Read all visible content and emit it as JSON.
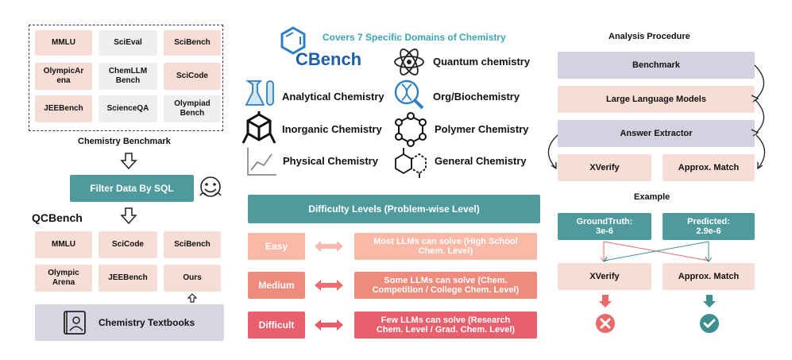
{
  "left": {
    "sources": [
      "MMLU",
      "SciEval",
      "SciBench",
      "OlympicAr\nena",
      "ChemLLM\nBench",
      "SciCode",
      "JEEBench",
      "ScienceQA",
      "Olympiad\nBench"
    ],
    "benchmark_caption": "Chemistry Benchmark",
    "filter_label": "Filter Data By SQL",
    "qcbench_title": "QCBench",
    "qc_items": [
      "MMLU",
      "SciCode",
      "SciBench",
      "Olympic\nArena",
      "JEEBench",
      "Ours"
    ],
    "textbooks_label": "Chemistry Textbooks"
  },
  "middle": {
    "logo_text": "CBench",
    "covers_label": "Covers 7 Specific Domains of Chemistry",
    "domains": [
      "Quantum chemistry",
      "Analytical Chemistry",
      "Org/Biochemistry",
      "Inorganic Chemistry",
      "Polymer Chemistry",
      "Physical Chemistry",
      "General Chemistry"
    ],
    "difficulty_header": "Difficulty Levels (Problem-wise Level)",
    "levels": [
      {
        "name": "Easy",
        "desc": "Most LLMs can solve (High School\nChem. Level)",
        "color": "#f9b9a6",
        "arrow": "#f6b9b0"
      },
      {
        "name": "Medium",
        "desc": "Some LLMs can solve (Chem.\nCompetition / College Chem. Level)",
        "color": "#ef8b7c",
        "arrow": "#ef6e6e"
      },
      {
        "name": "Difficult",
        "desc": "Few LLMs can solve (Research\nChem. Level / Grad. Chem. Level)",
        "color": "#e8606e",
        "arrow": "#e85a66"
      }
    ]
  },
  "right": {
    "analysis_title": "Analysis Procedure",
    "steps": [
      "Benchmark",
      "Large Language Models",
      "Answer Extractor"
    ],
    "xverify": "XVerify",
    "approx": "Approx. Match",
    "example_title": "Example",
    "groundtruth": "GroundTruth:\n3e-6",
    "predicted": "Predicted:\n2.9e-6",
    "colors": {
      "teal": "#4f9a9c",
      "pink": "#f6ddd6",
      "lavender": "#d3d2e0",
      "wrong": "#e86a6a",
      "right": "#3e8f8f"
    }
  }
}
